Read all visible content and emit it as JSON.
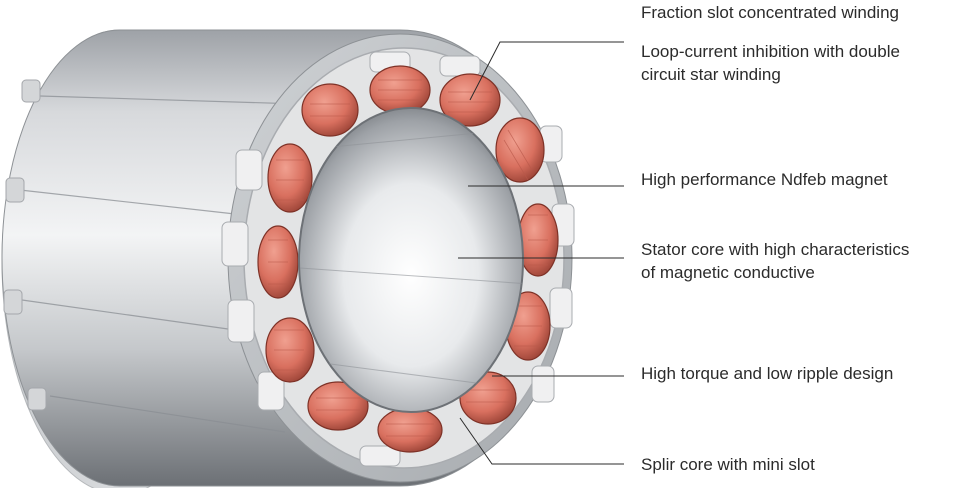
{
  "labels": [
    "Fraction slot concentrated winding",
    "Loop-current inhibition with double\ncircuit star winding",
    "High performance Ndfeb magnet",
    "Stator core with high characteristics\nof magnetic conductive",
    "High torque and low ripple design",
    "Splir core with mini slot"
  ],
  "colors": {
    "steel_light": "#e6e8ea",
    "steel_mid": "#b9bcc0",
    "steel_dark": "#6f7378",
    "copper": "#d9705f",
    "copper_dark": "#8e3a2e",
    "insulator": "#dcdcdc",
    "leader_line": "#2b2b2b",
    "text": "#2b2b2b"
  }
}
